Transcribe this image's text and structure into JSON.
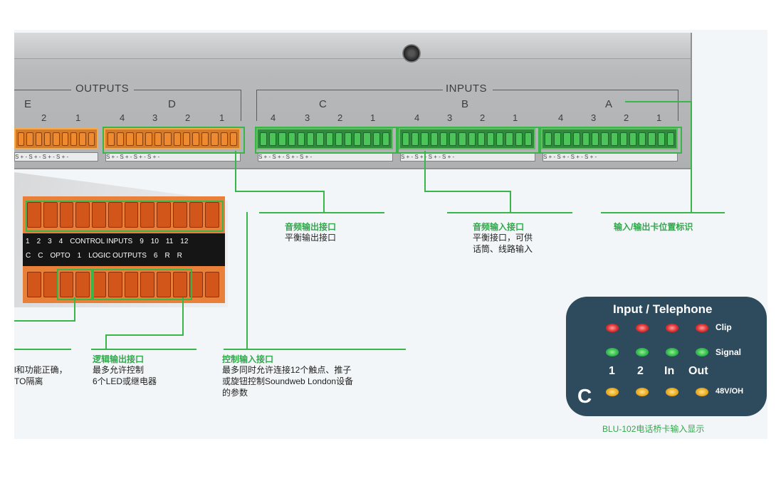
{
  "outputs_label": "OUTPUTS",
  "inputs_label": "INPUTS",
  "output_cards": [
    "E",
    "D"
  ],
  "input_cards": [
    "C",
    "B",
    "A"
  ],
  "channel_numbers_4": [
    "4",
    "3",
    "2",
    "1"
  ],
  "channel_numbers_e": [
    "2",
    "1"
  ],
  "terminal_marks": "S + -",
  "control_inputs_row": [
    "1",
    "2",
    "3",
    "4",
    "CONTROL INPUTS",
    "9",
    "10",
    "11",
    "12"
  ],
  "logic_outputs_row": [
    "C",
    "C",
    "OPTO",
    "1",
    "LOGIC OUTPUTS",
    "6",
    "R",
    "R"
  ],
  "callouts": {
    "audio_output": {
      "title": "音频输出接口",
      "text": [
        "平衡输出接口"
      ]
    },
    "audio_input": {
      "title": "音频输入接口",
      "text": [
        "平衡接口，可供",
        "话筒、线路输入"
      ]
    },
    "card_position": {
      "title": "输入/输出卡位置标识",
      "text": []
    },
    "logic_output": {
      "title": "逻辑输出接口",
      "text": [
        "最多允许控制",
        "6个LED或继电器"
      ]
    },
    "control_input": {
      "title": "控制输入接口",
      "text": [
        "最多同时允许连接12个触点、推子",
        "或旋钮控制Soundweb London设备",
        "的参数"
      ]
    },
    "cut_text": [
      "l和功能正确，",
      "TO隔离"
    ]
  },
  "led_panel": {
    "title": "Input / Telephone",
    "row_labels": [
      "Clip",
      "Signal",
      "48V/OH"
    ],
    "columns": [
      "1",
      "2",
      "In",
      "Out"
    ],
    "card_letter": "C",
    "caption": "BLU-102电话桥卡输入显示",
    "colors": {
      "clip": "#d92a2a",
      "signal": "#2fb64a",
      "power": "#e8a71b",
      "panel": "#2e4a5d"
    }
  }
}
